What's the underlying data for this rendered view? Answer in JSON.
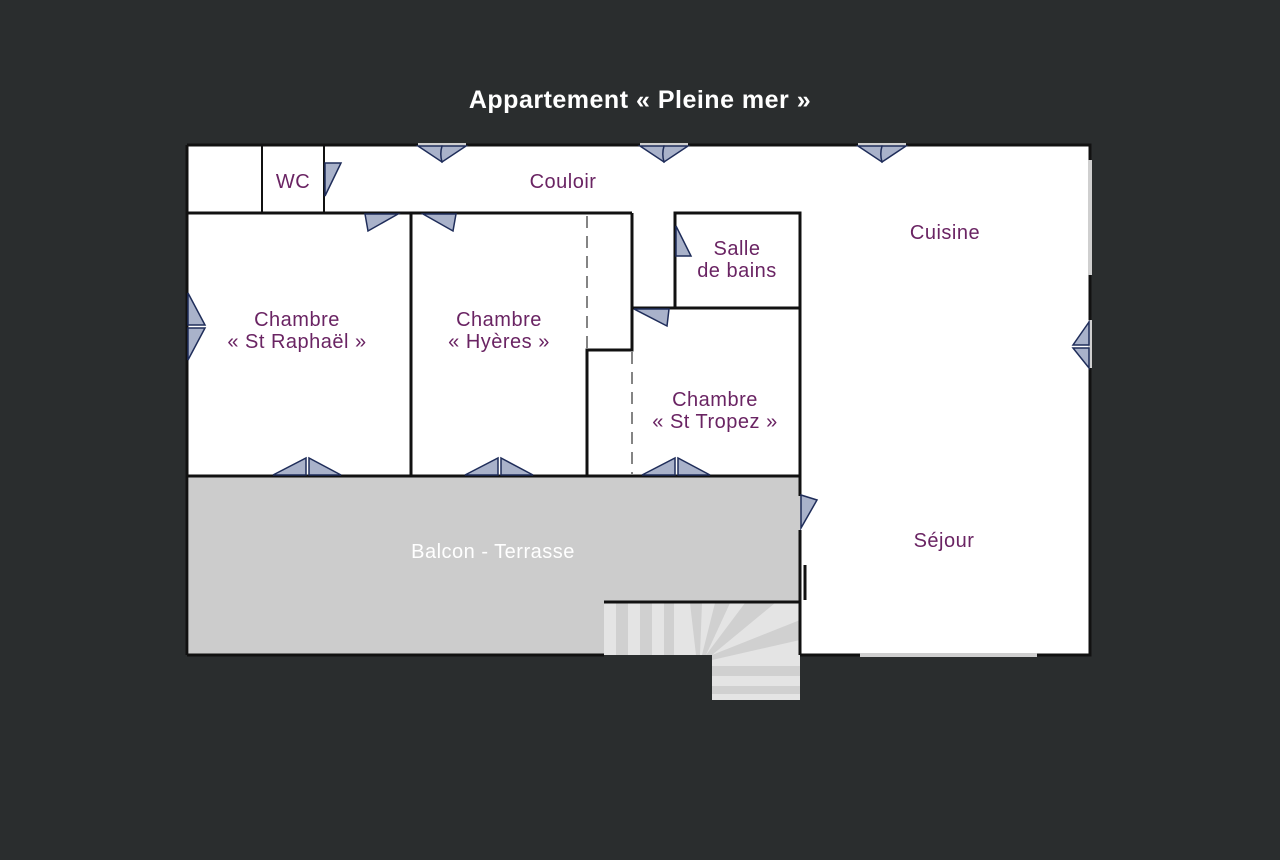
{
  "title": "Appartement « Pleine mer »",
  "rooms": {
    "wc": "WC",
    "couloir": "Couloir",
    "cuisine": "Cuisine",
    "salle_line1": "Salle",
    "salle_line2": "de bains",
    "raphael_line1": "Chambre",
    "raphael_line2": "« St Raphaël »",
    "hyeres_line1": "Chambre",
    "hyeres_line2": "« Hyères »",
    "tropez_line1": "Chambre",
    "tropez_line2": "« St Tropez »",
    "sejour": "Séjour",
    "balcon": "Balcon - Terrasse"
  },
  "colors": {
    "background": "#2a2d2e",
    "label": "#6a2463",
    "balcony": "#cccccc",
    "door": "#a9b2ca"
  }
}
